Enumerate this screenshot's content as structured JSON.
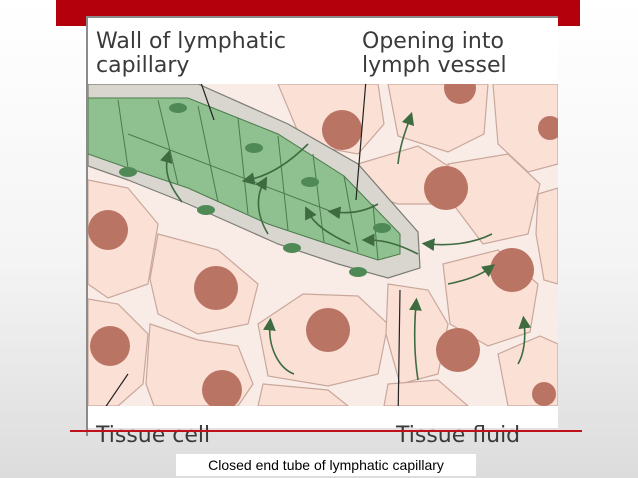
{
  "labels": {
    "wall_line1": "Wall of lymphatic",
    "wall_line2": "capillary",
    "opening_line1": "Opening into",
    "opening_line2": "lymph vessel",
    "tissue_cell": "Tissue cell",
    "tissue_fluid": "Tissue fluid"
  },
  "caption": "Closed end tube of lymphatic capillary",
  "colors": {
    "accent_bar": "#b3000c",
    "tissue_cell": "#fbe0d6",
    "nucleus": "#b97463",
    "capillary_wall": "#8fc090",
    "capillary_cell_light": "#d8d6cf",
    "arrow": "#3e6b3f"
  }
}
